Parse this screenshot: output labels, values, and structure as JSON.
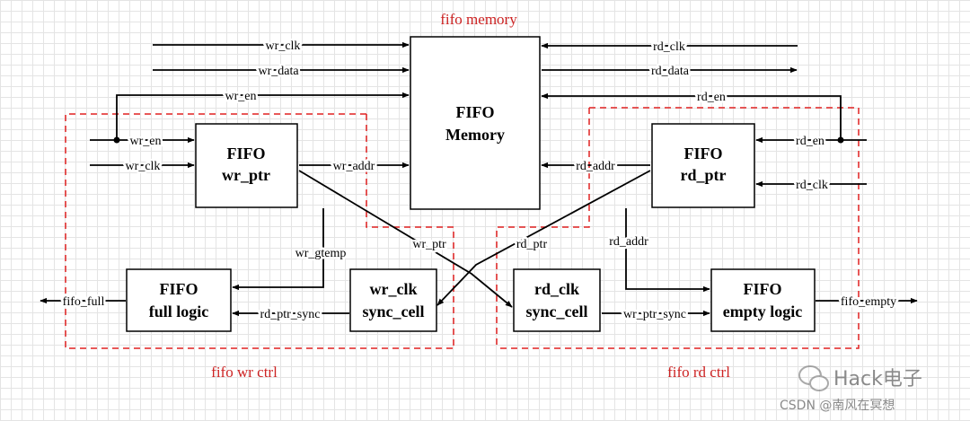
{
  "blocks": {
    "memory": {
      "line1": "FIFO",
      "line2": "Memory"
    },
    "wr_ptr": {
      "line1": "FIFO",
      "line2": "wr_ptr"
    },
    "rd_ptr": {
      "line1": "FIFO",
      "line2": "rd_ptr"
    },
    "full_logic": {
      "line1": "FIFO",
      "line2": "full logic"
    },
    "wr_sync": {
      "line1": "wr_clk",
      "line2": "sync_cell"
    },
    "rd_sync": {
      "line1": "rd_clk",
      "line2": "sync_cell"
    },
    "empty_logic": {
      "line1": "FIFO",
      "line2": "empty logic"
    }
  },
  "regions": {
    "memory": "fifo memory",
    "wr_ctrl": "fifo wr ctrl",
    "rd_ctrl": "fifo rd ctrl"
  },
  "signals": {
    "wr_clk_top": "wr_clk",
    "wr_data": "wr_data",
    "wr_en_top": "wr_en",
    "rd_clk_top": "rd_clk",
    "rd_data": "rd_data",
    "rd_en_top": "rd_en",
    "wr_en_left": "wr_en",
    "wr_clk_left": "wr_clk",
    "wr_addr": "wr_addr",
    "rd_addr": "rd_addr",
    "rd_en_right": "rd_en",
    "rd_clk_right": "rd_clk",
    "wr_gtemp": "wr_gtemp",
    "wr_ptr": "wr_ptr",
    "rd_ptr": "rd_ptr",
    "rd_addr_lower": "rd_addr",
    "fifo_full": "fifo_full",
    "rd_ptr_sync": "rd_ptr_sync",
    "wr_ptr_sync": "wr_ptr_sync",
    "fifo_empty": "fifo_empty"
  },
  "watermark": {
    "brand": "Hack电子",
    "credit": "CSDN @南风在冥想"
  },
  "colors": {
    "region_border": "#e02020",
    "region_label": "#cc2222",
    "line": "#000000"
  }
}
